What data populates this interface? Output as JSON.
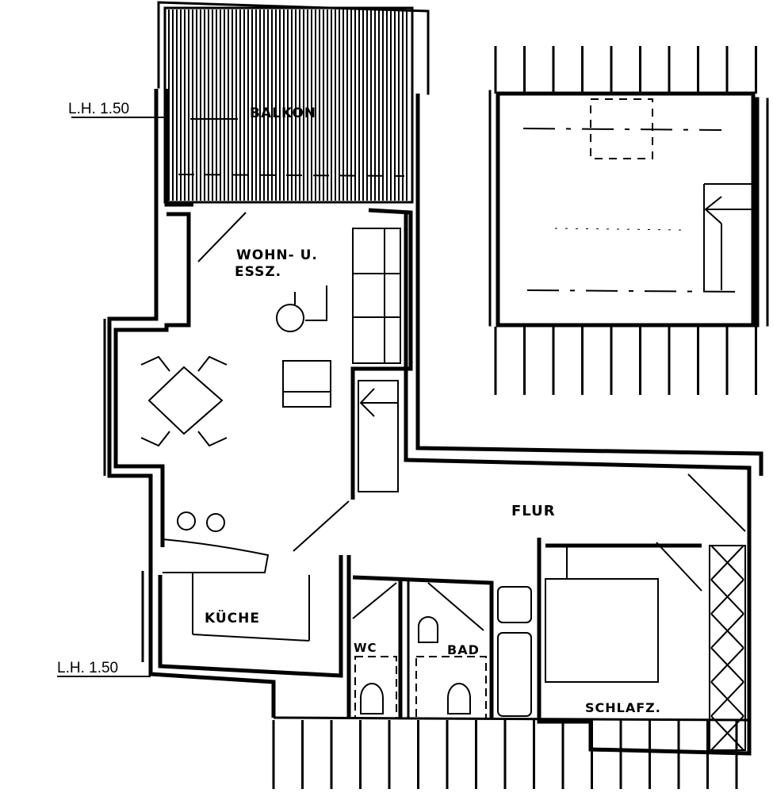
{
  "rooms": {
    "balkon": "BALKON",
    "wohn_line1": "WOHN- U.",
    "wohn_line2": "ESSZ.",
    "flur": "FLUR",
    "kueche": "KÜCHE",
    "wc": "WC",
    "bad": "BAD",
    "schlafz": "SCHLAFZ."
  },
  "annotations": {
    "lh_top": "L.H. 1.50",
    "lh_bottom": "L.H. 1.50"
  },
  "colors": {
    "line": "#000000",
    "background": "#ffffff"
  }
}
